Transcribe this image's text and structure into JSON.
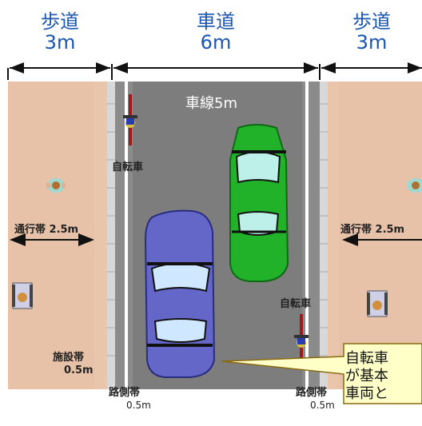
{
  "headers": [
    {
      "name": "歩道",
      "width": "3m"
    },
    {
      "name": "車道",
      "width": "6m"
    },
    {
      "name": "歩道",
      "width": "3m"
    }
  ],
  "labels": {
    "lane": "車線5m",
    "bicycle_left": "自転車",
    "bicycle_right": "自転車",
    "passage_left": "通行帯 2.5m",
    "passage_right": "通行帯 2.5m",
    "facility": "施設帯",
    "facility_width": "0.5m",
    "shoulder_left": "路側帯",
    "shoulder_left_width": "0.5m",
    "shoulder_right": "路側帯",
    "shoulder_right_width": "0.5m"
  },
  "callout": {
    "lines": [
      "自転車",
      "が基本",
      "車両と"
    ]
  },
  "colors": {
    "sidewalk": "#e8c2a8",
    "road": "#7d7d7d",
    "car_green": "#22b22a",
    "car_blue": "#6466c8",
    "header_text": "#1a55b0",
    "callout_fill": "#ffffc8"
  }
}
